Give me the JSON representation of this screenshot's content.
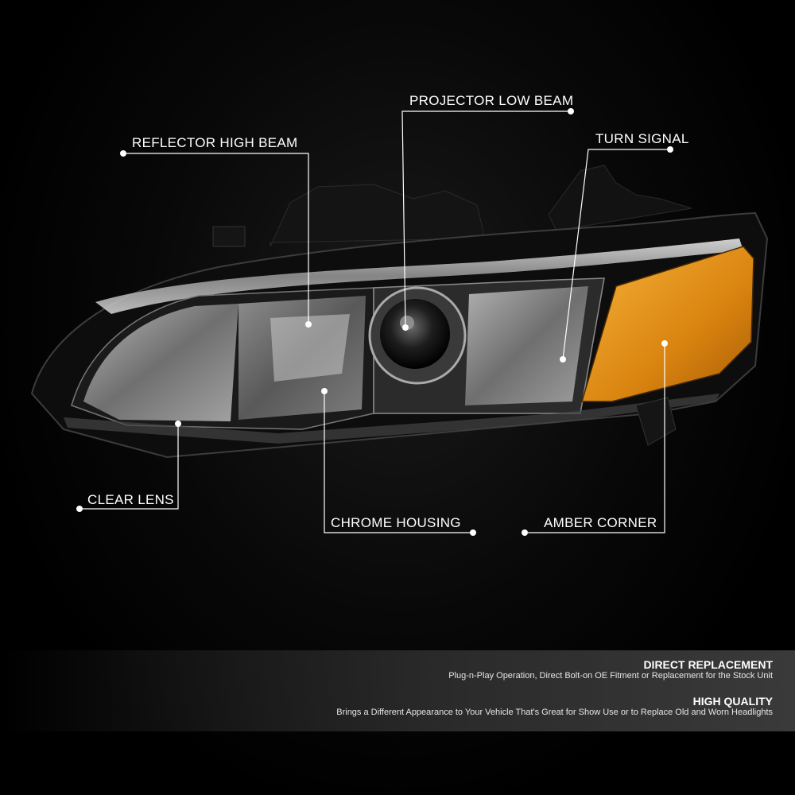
{
  "callouts": {
    "projector_low_beam": "PROJECTOR LOW BEAM",
    "reflector_high_beam": "REFLECTOR HIGH BEAM",
    "turn_signal": "TURN SIGNAL",
    "clear_lens": "CLEAR LENS",
    "chrome_housing": "CHROME HOUSING",
    "amber_corner": "AMBER CORNER"
  },
  "features": [
    {
      "title": "DIRECT REPLACEMENT",
      "description": "Plug-n-Play Operation, Direct Bolt-on OE Fitment or Replacement for the Stock Unit"
    },
    {
      "title": "HIGH QUALITY",
      "description": "Brings a Different Appearance to Your Vehicle That's Great for Show Use or to Replace Old and Worn Headlights"
    }
  ],
  "colors": {
    "background": "#000000",
    "amber": "#e89a1c",
    "chrome": "#c8c8c8",
    "callout_line": "#ffffff"
  }
}
